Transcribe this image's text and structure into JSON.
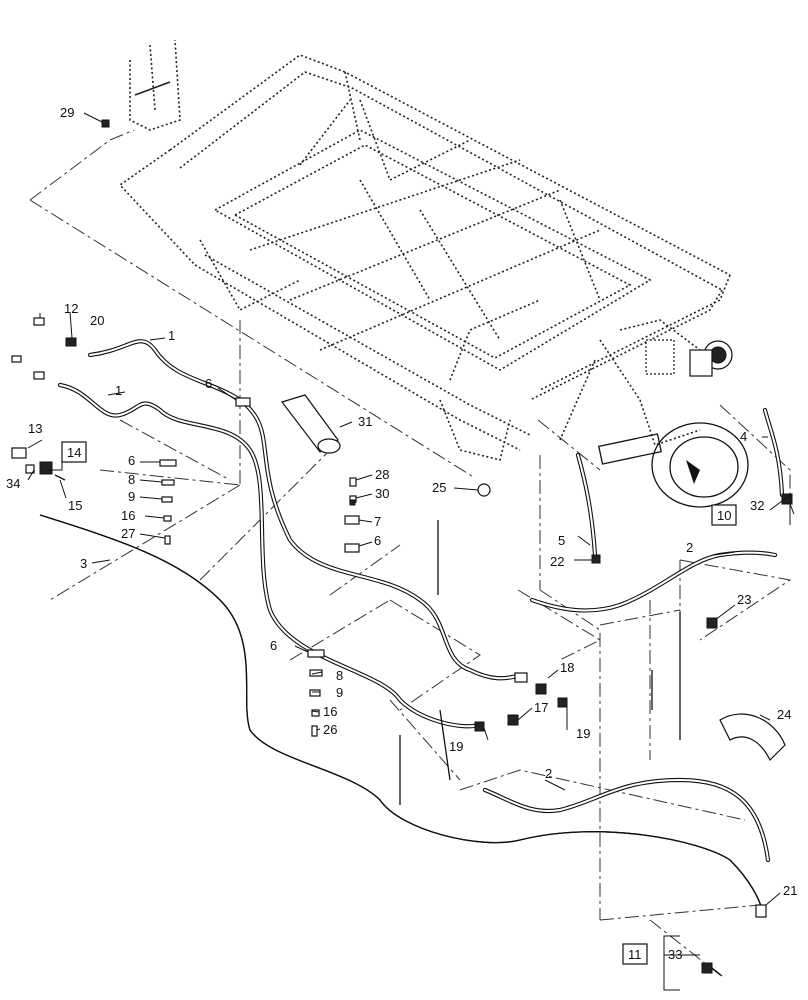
{
  "callouts": [
    {
      "id": "c1a",
      "label": "1"
    },
    {
      "id": "c1b",
      "label": "1"
    },
    {
      "id": "c2a",
      "label": "2"
    },
    {
      "id": "c2b",
      "label": "2"
    },
    {
      "id": "c3",
      "label": "3"
    },
    {
      "id": "c4",
      "label": "4"
    },
    {
      "id": "c5",
      "label": "5"
    },
    {
      "id": "c6a",
      "label": "6"
    },
    {
      "id": "c6b",
      "label": "6"
    },
    {
      "id": "c6c",
      "label": "6"
    },
    {
      "id": "c6d",
      "label": "6"
    },
    {
      "id": "c7",
      "label": "7"
    },
    {
      "id": "c8a",
      "label": "8"
    },
    {
      "id": "c8b",
      "label": "8"
    },
    {
      "id": "c9a",
      "label": "9"
    },
    {
      "id": "c9b",
      "label": "9"
    },
    {
      "id": "c10",
      "label": "10",
      "boxed": true
    },
    {
      "id": "c11",
      "label": "11",
      "boxed": true
    },
    {
      "id": "c12",
      "label": "12"
    },
    {
      "id": "c13",
      "label": "13"
    },
    {
      "id": "c14",
      "label": "14",
      "boxed": true
    },
    {
      "id": "c15",
      "label": "15"
    },
    {
      "id": "c16a",
      "label": "16"
    },
    {
      "id": "c16b",
      "label": "16"
    },
    {
      "id": "c17",
      "label": "17"
    },
    {
      "id": "c18",
      "label": "18"
    },
    {
      "id": "c19a",
      "label": "19"
    },
    {
      "id": "c19b",
      "label": "19"
    },
    {
      "id": "c20",
      "label": "20"
    },
    {
      "id": "c21",
      "label": "21"
    },
    {
      "id": "c22",
      "label": "22"
    },
    {
      "id": "c23",
      "label": "23"
    },
    {
      "id": "c24",
      "label": "24"
    },
    {
      "id": "c25",
      "label": "25"
    },
    {
      "id": "c26",
      "label": "26"
    },
    {
      "id": "c27",
      "label": "27"
    },
    {
      "id": "c28",
      "label": "28"
    },
    {
      "id": "c29",
      "label": "29"
    },
    {
      "id": "c30",
      "label": "30"
    },
    {
      "id": "c31",
      "label": "31"
    },
    {
      "id": "c32",
      "label": "32"
    },
    {
      "id": "c33",
      "label": "33"
    },
    {
      "id": "c34",
      "label": "34"
    }
  ]
}
